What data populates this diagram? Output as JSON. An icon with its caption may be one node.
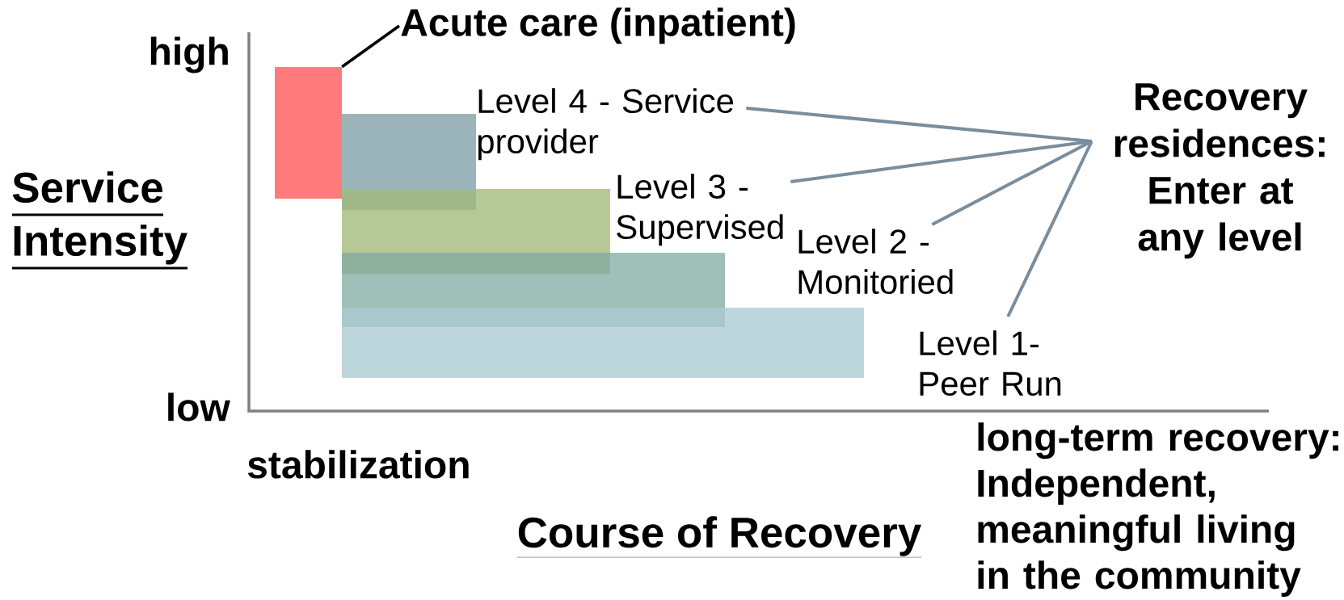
{
  "diagram": {
    "nodes": [
      {
        "text": [
          "Acute care (inpatient)"
        ]
      },
      {
        "text": [],
        "shape": "bar"
      },
      {
        "text": [
          "Recovery residences: Enter at any level"
        ]
      },
      {
        "text": [
          "Level 4 - Service provider"
        ]
      },
      {
        "text": [
          "Level 3 - Supervised"
        ]
      },
      {
        "text": [
          "Level 2 - Monitoried"
        ]
      },
      {
        "text": [
          "Level 1- Peer Run"
        ]
      },
      {
        "text": [],
        "shape": "bar"
      },
      {
        "text": [],
        "shape": "bar"
      },
      {
        "text": [],
        "shape": "bar"
      },
      {
        "text": [],
        "shape": "bar"
      }
    ],
    "edges": [
      {
        "from": 0,
        "to": 1,
        "arrow": "none",
        "color": "#000000"
      },
      {
        "from": 2,
        "to": 3,
        "arrow": "none"
      },
      {
        "from": 2,
        "to": 4,
        "arrow": "none"
      },
      {
        "from": 2,
        "to": 5,
        "arrow": "none"
      },
      {
        "from": 2,
        "to": 6,
        "arrow": "none"
      }
    ],
    "labels": [
      "high",
      "Service Intensity",
      "low",
      "stabilization",
      "Course of Recovery",
      "long-term recovery: Independent, meaningful living in the community"
    ]
  }
}
